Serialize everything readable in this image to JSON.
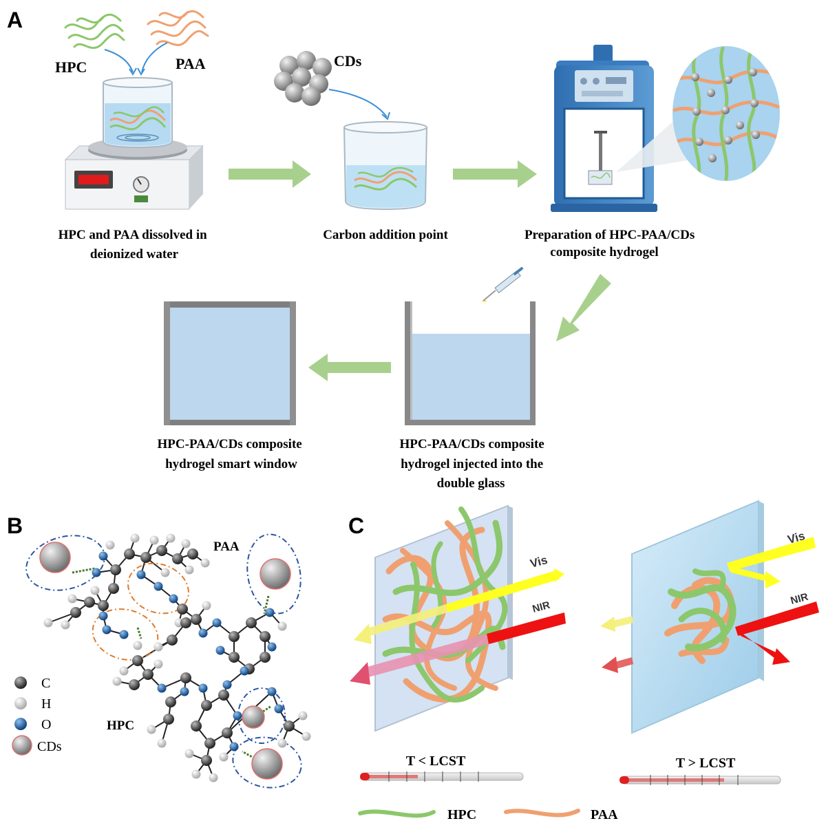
{
  "panel_labels": {
    "a": "A",
    "b": "B",
    "c": "C"
  },
  "panel_a": {
    "hpc_label": "HPC",
    "paa_label": "PAA",
    "cds_label": "CDs",
    "step1_caption": [
      "HPC and PAA dissolved in",
      "deionized water"
    ],
    "step2_caption": "Carbon addition point",
    "step3_caption": [
      "Preparation of HPC-PAA/CDs",
      "composite  hydrogel"
    ],
    "step4_caption": [
      "HPC-PAA/CDs composite",
      "hydrogel  injected into the",
      "double glass"
    ],
    "step5_caption": [
      "HPC-PAA/CDs composite",
      "hydrogel smart window"
    ]
  },
  "panel_b": {
    "paa_label": "PAA",
    "hpc_label": "HPC",
    "legend": [
      {
        "symbol": "C",
        "color": "#3a3a3a"
      },
      {
        "symbol": "H",
        "color": "#e6e6e6"
      },
      {
        "symbol": "O",
        "color": "#1d5fa8"
      },
      {
        "symbol": "CDs",
        "color": "#9a9a9a"
      }
    ]
  },
  "panel_c": {
    "vis_label": "Vis",
    "nir_label": "NIR",
    "cold_label": "T < LCST",
    "hot_label": "T > LCST",
    "legend_hpc": "HPC",
    "legend_paa": "PAA"
  },
  "colors": {
    "hpc_green": "#8cc76b",
    "paa_orange": "#f0a070",
    "flow_arrow": "#a8d08d",
    "glass_fill": "#bcd7ee",
    "vis_yellow": "#ffff22",
    "nir_red": "#ee1111"
  }
}
